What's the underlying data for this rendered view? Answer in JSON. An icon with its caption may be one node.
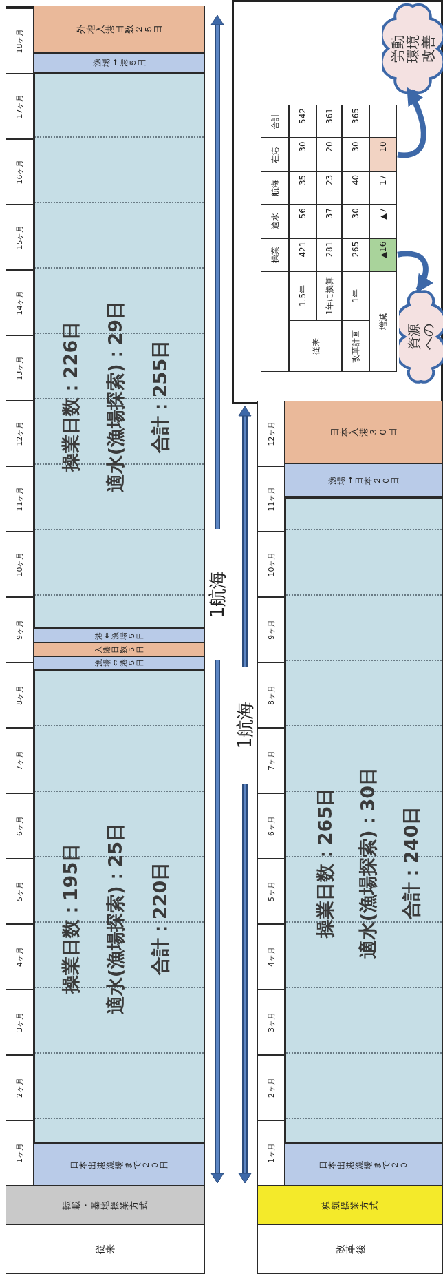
{
  "diagram": {
    "nodes": [
      {
        "text": [
          "従来"
        ]
      },
      {
        "text": [
          "転載・基地操業方式"
        ]
      },
      {
        "text": [
          "1ヶ月"
        ]
      },
      {
        "text": [
          "2ヶ月"
        ]
      },
      {
        "text": [
          "3ヶ月"
        ]
      },
      {
        "text": [
          "4ヶ月"
        ]
      },
      {
        "text": [
          "5ヶ月"
        ]
      },
      {
        "text": [
          "6ヶ月"
        ]
      },
      {
        "text": [
          "7ヶ月"
        ]
      },
      {
        "text": [
          "8ヶ月"
        ]
      },
      {
        "text": [
          "9ヶ月"
        ]
      },
      {
        "text": [
          "10ヶ月"
        ]
      },
      {
        "text": [
          "11ヶ月"
        ]
      },
      {
        "text": [
          "12ヶ月"
        ]
      },
      {
        "text": [
          "13ヶ月"
        ]
      },
      {
        "text": [
          "14ヶ月"
        ]
      },
      {
        "text": [
          "15ヶ月"
        ]
      },
      {
        "text": [
          "16ヶ月"
        ]
      },
      {
        "text": [
          "17ヶ月"
        ]
      },
      {
        "text": [
          "18ヶ月"
        ]
      },
      {
        "text": [
          "日本出港漁場まで２０日"
        ]
      },
      {
        "text": [
          "操業日数：195日",
          "適水(漁場探索)：25日",
          "合計：220日"
        ]
      },
      {
        "text": [
          "漁場⇔港５日"
        ]
      },
      {
        "text": [
          "入港日数５日"
        ]
      },
      {
        "text": [
          "港⇔漁場５日"
        ]
      },
      {
        "text": [
          "操業日数：226日",
          "適水(漁場探索)：29日",
          "合計：255日"
        ]
      },
      {
        "text": [
          "漁場→港５日"
        ]
      },
      {
        "text": [
          "外地入港日数２５日"
        ]
      },
      {
        "text": [
          "改革後"
        ]
      },
      {
        "text": [
          "独航操業方式"
        ]
      },
      {
        "text": [
          "1ヶ月"
        ]
      },
      {
        "text": [
          "2ヶ月"
        ]
      },
      {
        "text": [
          "3ヶ月"
        ]
      },
      {
        "text": [
          "4ヶ月"
        ]
      },
      {
        "text": [
          "5ヶ月"
        ]
      },
      {
        "text": [
          "6ヶ月"
        ]
      },
      {
        "text": [
          "7ヶ月"
        ]
      },
      {
        "text": [
          "8ヶ月"
        ]
      },
      {
        "text": [
          "9ヶ月"
        ]
      },
      {
        "text": [
          "10ヶ月"
        ]
      },
      {
        "text": [
          "11ヶ月"
        ]
      },
      {
        "text": [
          "12ヶ月"
        ]
      },
      {
        "text": [
          "日本出港漁場まで２０"
        ]
      },
      {
        "text": [
          "操業日数：265日",
          "適水(漁場探索)：30日",
          "合計：240日"
        ]
      },
      {
        "text": [
          "漁場→日本２０日"
        ]
      },
      {
        "text": [
          "日本入港３０日"
        ]
      },
      {
        "text": [
          "▲16"
        ]
      },
      {
        "text": [
          "10"
        ]
      },
      {
        "text": [
          "資源への"
        ]
      },
      {
        "text": [
          "労動環境改善"
        ]
      }
    ],
    "edges": [
      {
        "from": 46,
        "to": 48,
        "arrow": "to"
      },
      {
        "from": 47,
        "to": 49,
        "arrow": "to"
      }
    ],
    "labels": [
      "1航海",
      "1航海",
      "操業",
      "適水",
      "航海",
      "在港",
      "合計",
      "従来",
      "1.5年",
      "421",
      "56",
      "35",
      "30",
      "542",
      "1年に換算",
      "281",
      "37",
      "23",
      "20",
      "361",
      "改革計画",
      "1年",
      "265",
      "30",
      "40",
      "30",
      "365",
      "増減",
      "▲7",
      "17"
    ]
  }
}
